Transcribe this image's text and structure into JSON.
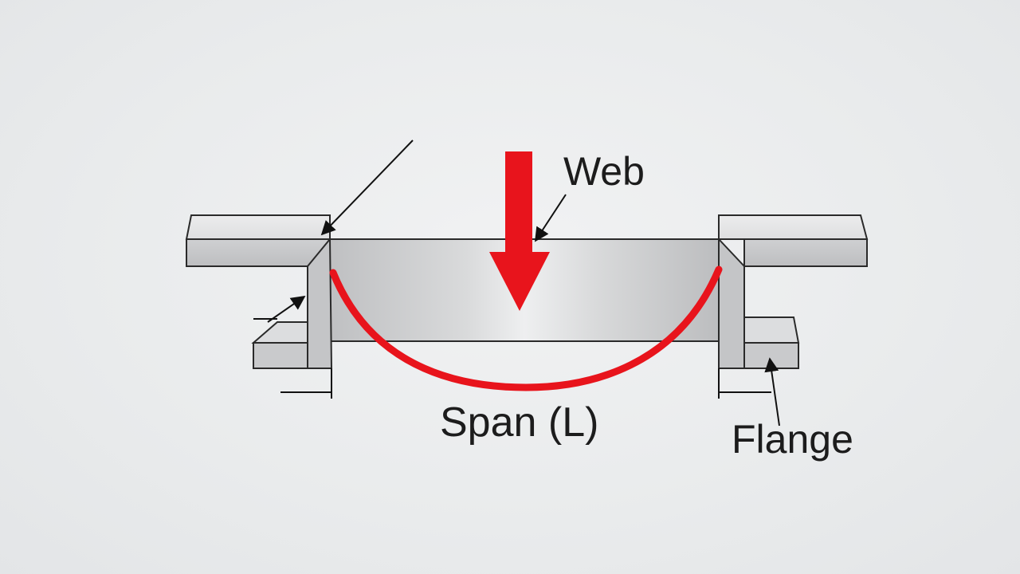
{
  "diagram": {
    "labels": {
      "web": "Web",
      "span": "Span (L)",
      "flange": "Flange"
    },
    "colors": {
      "background": "#eceeef",
      "steel_light": "#e2e3e4",
      "steel_mid": "#c9cacc",
      "steel_dark": "#b3b4b6",
      "outline": "#2a2a2a",
      "load_arrow": "#e8141c",
      "deflection_curve": "#e8141c",
      "leader_lines": "#111111"
    },
    "icons": {
      "load": "downward-load-arrow",
      "deflection": "deflection-curve"
    }
  }
}
